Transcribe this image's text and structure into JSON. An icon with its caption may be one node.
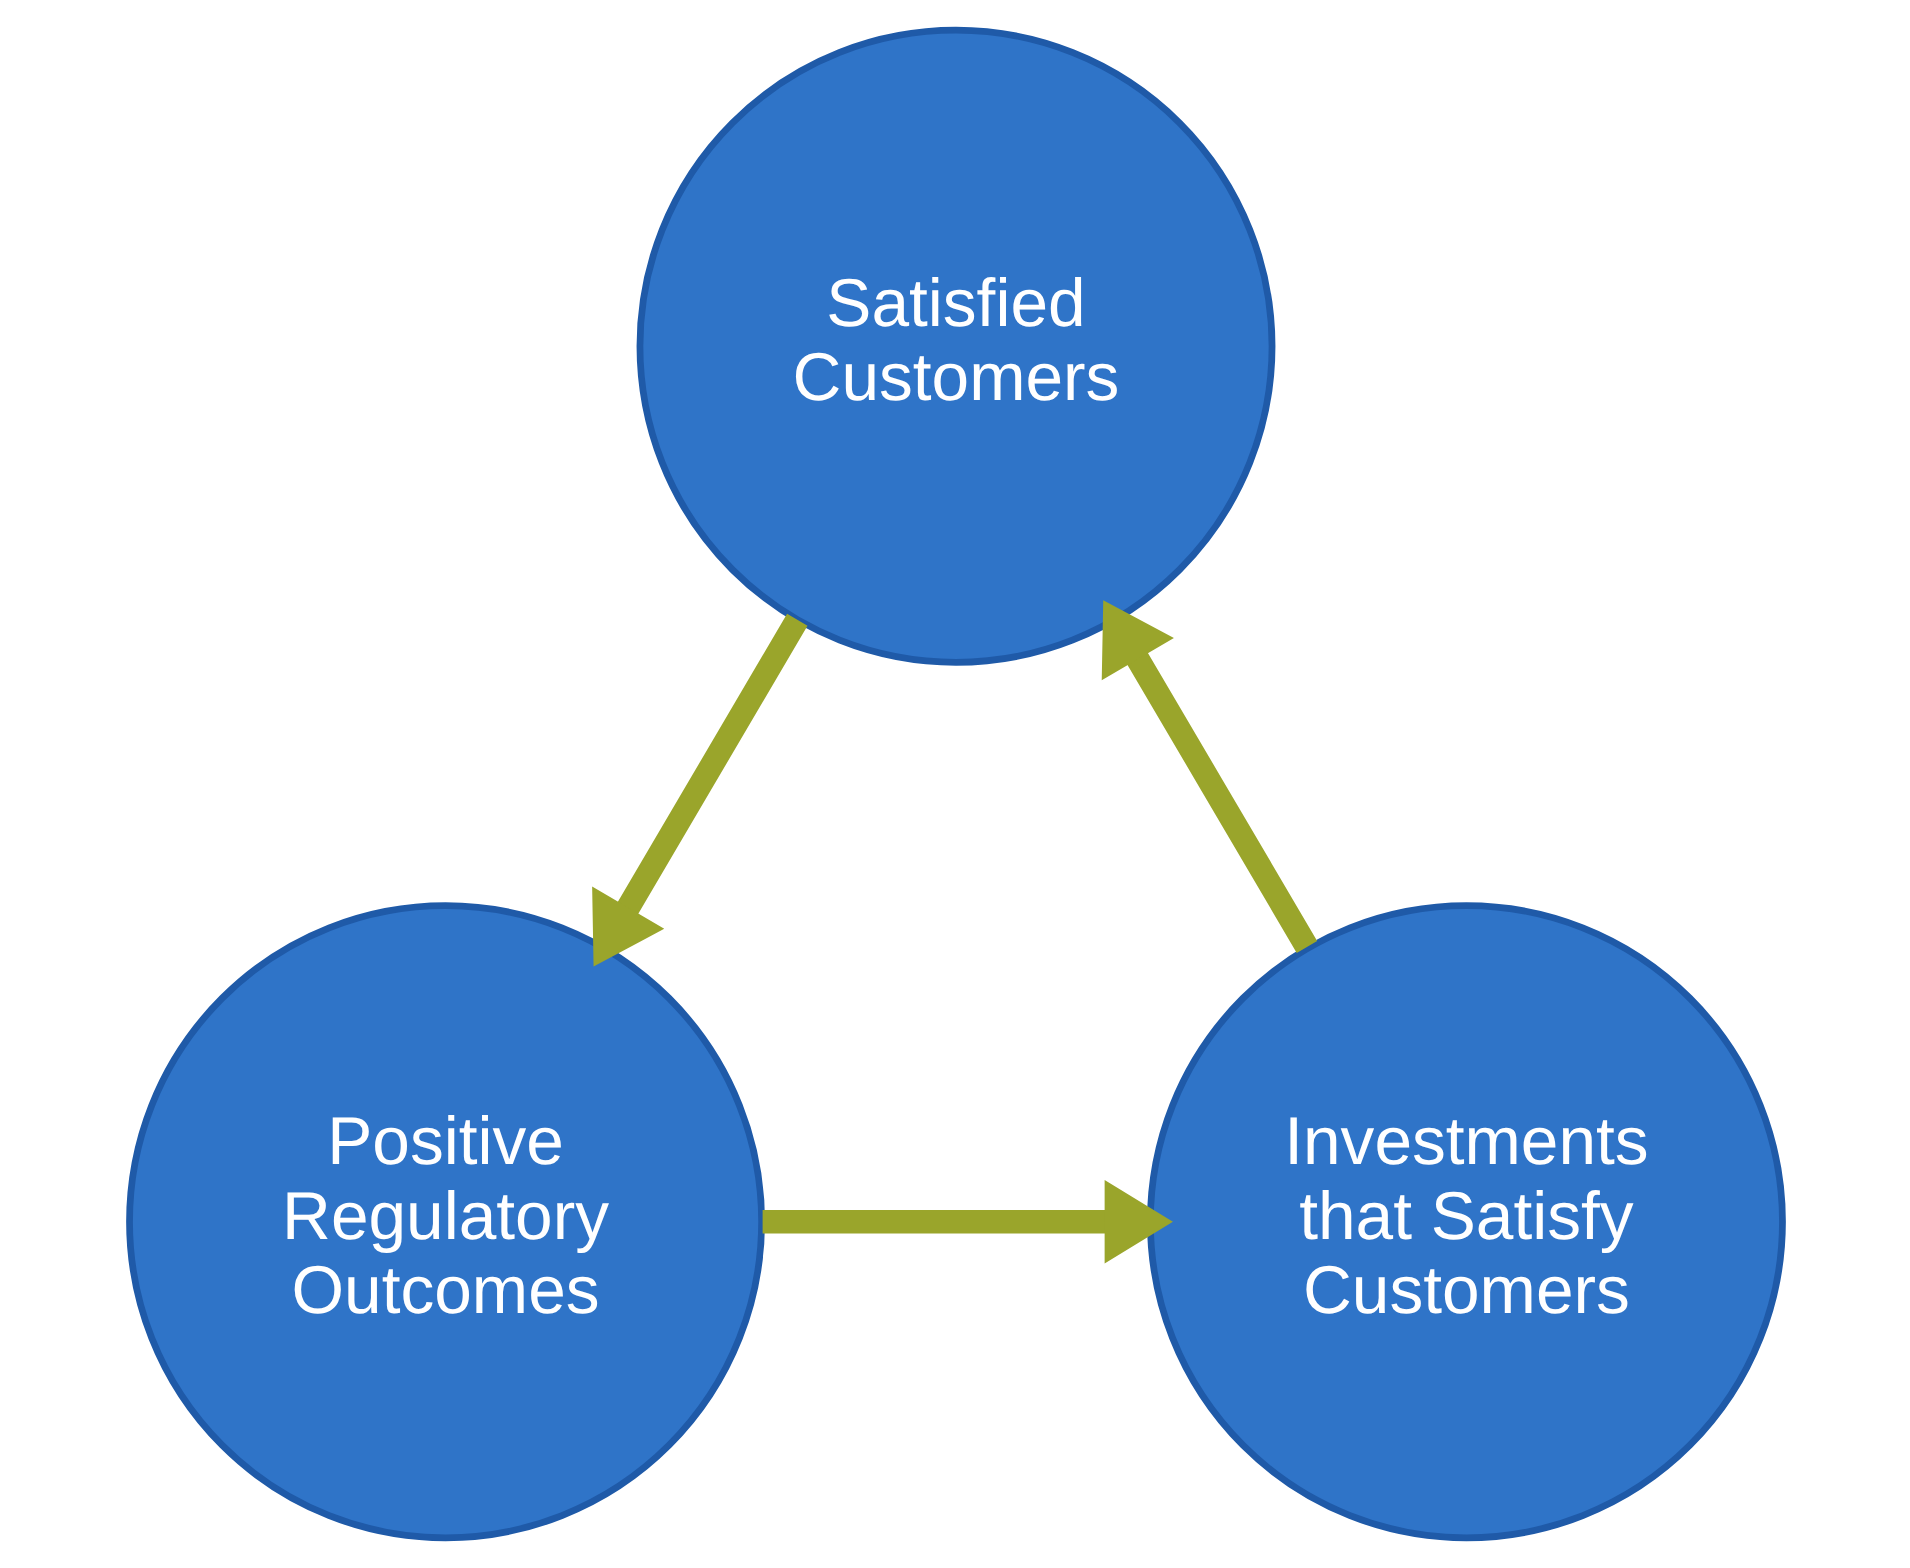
{
  "diagram": {
    "nodes": [
      {
        "text": [
          "Satisfied Customers"
        ]
      },
      {
        "text": [
          "Investments that Satisfy Customers"
        ]
      },
      {
        "text": [
          "Positive Regulatory Outcomes"
        ]
      }
    ],
    "edges": [
      {
        "from": 0,
        "to": 2,
        "arrow": "to"
      },
      {
        "from": 2,
        "to": 1,
        "arrow": "to"
      },
      {
        "from": 1,
        "to": 0,
        "arrow": "to"
      }
    ]
  }
}
